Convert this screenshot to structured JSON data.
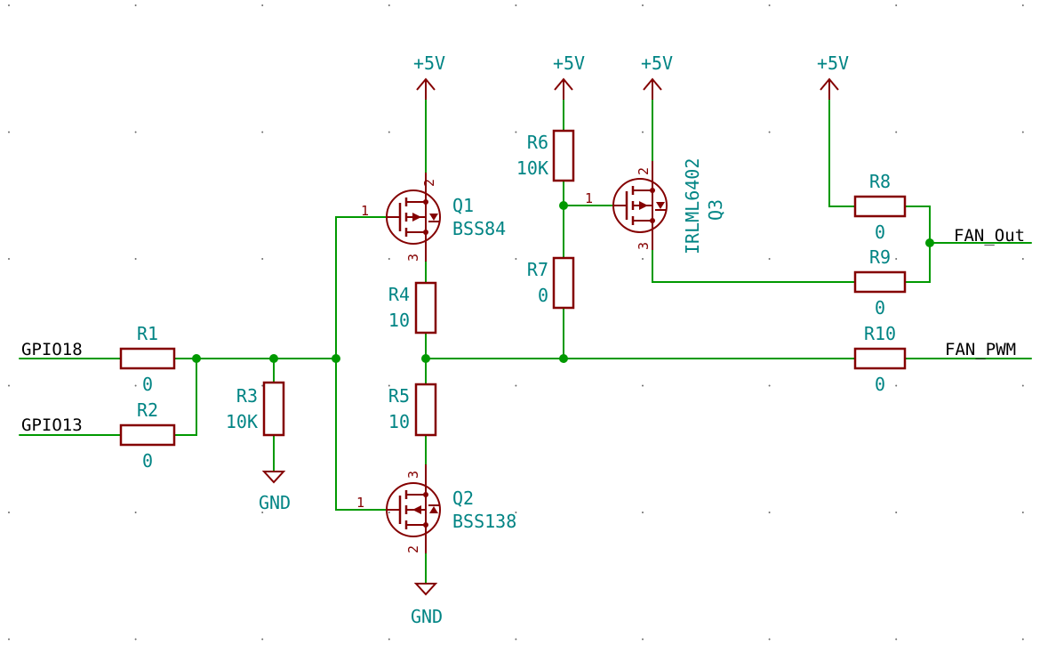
{
  "power": {
    "vcc": "+5V",
    "gnd": "GND"
  },
  "nets": {
    "gpio18": "GPIO18",
    "gpio13": "GPIO13",
    "fan_out": "FAN_Out",
    "fan_pwm": "FAN_PWM"
  },
  "resistors": {
    "r1": {
      "ref": "R1",
      "value": "0"
    },
    "r2": {
      "ref": "R2",
      "value": "0"
    },
    "r3": {
      "ref": "R3",
      "value": "10K"
    },
    "r4": {
      "ref": "R4",
      "value": "10"
    },
    "r5": {
      "ref": "R5",
      "value": "10"
    },
    "r6": {
      "ref": "R6",
      "value": "10K"
    },
    "r7": {
      "ref": "R7",
      "value": "0"
    },
    "r8": {
      "ref": "R8",
      "value": "0"
    },
    "r9": {
      "ref": "R9",
      "value": "0"
    },
    "r10": {
      "ref": "R10",
      "value": "0"
    }
  },
  "transistors": {
    "q1": {
      "ref": "Q1",
      "value": "BSS84",
      "pins": {
        "gate": "1",
        "drain": "3",
        "source": "2"
      }
    },
    "q2": {
      "ref": "Q2",
      "value": "BSS138",
      "pins": {
        "gate": "1",
        "drain": "3",
        "source": "2"
      }
    },
    "q3": {
      "ref": "Q3",
      "value": "IRLML6402",
      "pins": {
        "gate": "1",
        "drain": "3",
        "source": "2"
      }
    }
  },
  "colors": {
    "wire": "#009900",
    "component": "#840000",
    "label": "#008484",
    "net": "#000000"
  }
}
